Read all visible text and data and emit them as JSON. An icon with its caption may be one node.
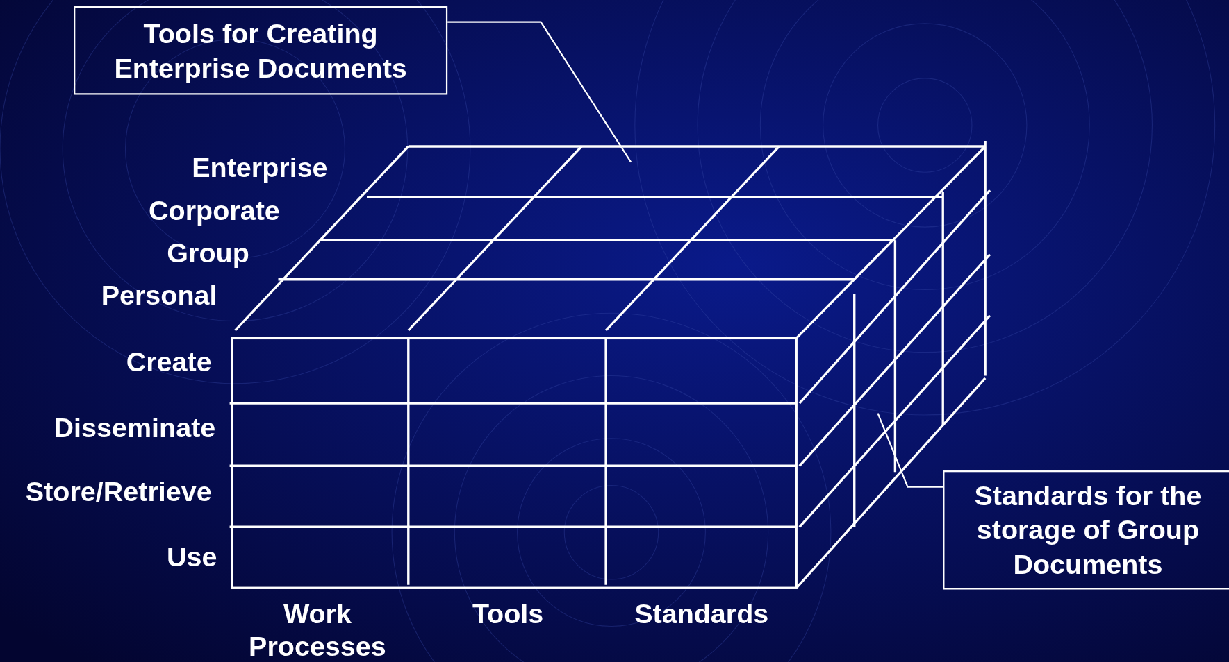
{
  "diagram": {
    "nodes": [
      {
        "text": [
          "Tools for Creating Enterprise Documents"
        ]
      },
      {
        "text": [
          "Standards for the storage of Group Documents"
        ]
      }
    ],
    "edges": [
      {
        "from": 0,
        "to": null,
        "arrow": "none"
      },
      {
        "from": 1,
        "to": null,
        "arrow": "none"
      }
    ],
    "labels": [
      "Enterprise",
      "Corporate",
      "Group",
      "Personal",
      "Create",
      "Disseminate",
      "Store/Retrieve",
      "Use",
      "Work Processes",
      "Tools",
      "Standards"
    ]
  }
}
